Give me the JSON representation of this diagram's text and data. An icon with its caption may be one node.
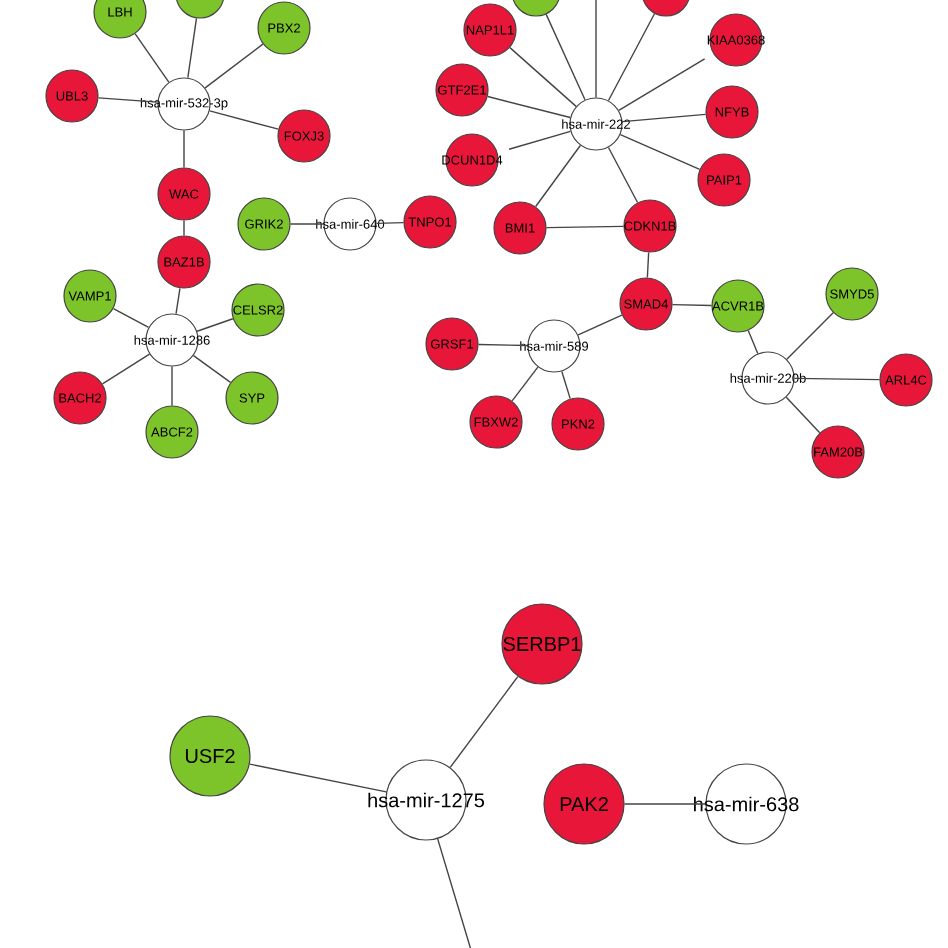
{
  "diagram": {
    "nodes": [
      {
        "text": [
          "hsa-mir-532-3p"
        ]
      },
      {
        "text": [
          "LBH"
        ]
      },
      {
        "text": [],
        "shape": "circle"
      },
      {
        "text": [
          "PBX2"
        ]
      },
      {
        "text": [
          "UBL3"
        ]
      },
      {
        "text": [
          "FOXJ3"
        ]
      },
      {
        "text": [
          "WAC"
        ]
      },
      {
        "text": [
          "BAZ1B"
        ]
      },
      {
        "text": [
          "GRIK2"
        ]
      },
      {
        "text": [
          "hsa-mir-640"
        ]
      },
      {
        "text": [
          "TNPO1"
        ]
      },
      {
        "text": [
          "hsa-mir-1286"
        ]
      },
      {
        "text": [
          "VAMP1"
        ]
      },
      {
        "text": [
          "CELSR2"
        ]
      },
      {
        "text": [
          "BACH2"
        ]
      },
      {
        "text": [
          "ABCF2"
        ]
      },
      {
        "text": [
          "SYP"
        ]
      },
      {
        "text": [
          "hsa-mir-222"
        ]
      },
      {
        "text": [
          "NAP1L1"
        ]
      },
      {
        "text": [],
        "shape": "circle"
      },
      {
        "text": [],
        "shape": "circle"
      },
      {
        "text": [
          "KIAA0368"
        ]
      },
      {
        "text": [
          "GTF2E1"
        ]
      },
      {
        "text": [
          "NFYB"
        ]
      },
      {
        "text": [
          "DCUN1D4"
        ]
      },
      {
        "text": [
          "PAIP1"
        ]
      },
      {
        "text": [
          "BMI1"
        ]
      },
      {
        "text": [
          "CDKN1B"
        ]
      },
      {
        "text": [
          "SMAD4"
        ]
      },
      {
        "text": [
          "ACVR1B"
        ]
      },
      {
        "text": [
          "SMYD5"
        ]
      },
      {
        "text": [
          "hsa-mir-589"
        ]
      },
      {
        "text": [
          "GRSF1"
        ]
      },
      {
        "text": [
          "FBXW2"
        ]
      },
      {
        "text": [
          "PKN2"
        ]
      },
      {
        "text": [
          "hsa-mir-220b"
        ]
      },
      {
        "text": [
          "ARL4C"
        ]
      },
      {
        "text": [
          "FAM20B"
        ]
      },
      {
        "text": [
          "SERBP1"
        ]
      },
      {
        "text": [
          "USF2"
        ]
      },
      {
        "text": [
          "hsa-mir-1275"
        ]
      },
      {
        "text": [
          "PAK2"
        ]
      },
      {
        "text": [
          "hsa-mir-638"
        ]
      }
    ],
    "edges": [
      {
        "from": 0,
        "to": 1,
        "arrow": "none"
      },
      {
        "from": 0,
        "to": 2,
        "arrow": "none"
      },
      {
        "from": 0,
        "to": 3,
        "arrow": "none"
      },
      {
        "from": 0,
        "to": 4,
        "arrow": "none"
      },
      {
        "from": 0,
        "to": 5,
        "arrow": "none"
      },
      {
        "from": 0,
        "to": 6,
        "arrow": "none"
      },
      {
        "from": 6,
        "to": 7,
        "arrow": "none"
      },
      {
        "from": 7,
        "to": 11,
        "arrow": "none"
      },
      {
        "from": 11,
        "to": 12,
        "arrow": "none"
      },
      {
        "from": 11,
        "to": 13,
        "arrow": "none"
      },
      {
        "from": 11,
        "to": 14,
        "arrow": "none"
      },
      {
        "from": 11,
        "to": 15,
        "arrow": "none"
      },
      {
        "from": 11,
        "to": 16,
        "arrow": "none"
      },
      {
        "from": 8,
        "to": 9,
        "arrow": "none"
      },
      {
        "from": 9,
        "to": 10,
        "arrow": "none"
      },
      {
        "from": 17,
        "to": 18,
        "arrow": "none"
      },
      {
        "from": 17,
        "to": 19,
        "arrow": "none"
      },
      {
        "from": 17,
        "to": null,
        "arrow": "none"
      },
      {
        "from": 17,
        "to": 20,
        "arrow": "none"
      },
      {
        "from": 17,
        "to": 21,
        "arrow": "none"
      },
      {
        "from": 17,
        "to": 22,
        "arrow": "none"
      },
      {
        "from": 17,
        "to": 23,
        "arrow": "none"
      },
      {
        "from": 17,
        "to": 24,
        "arrow": "none"
      },
      {
        "from": 17,
        "to": 25,
        "arrow": "none"
      },
      {
        "from": 17,
        "to": 26,
        "arrow": "none"
      },
      {
        "from": 17,
        "to": 27,
        "arrow": "none"
      },
      {
        "from": 26,
        "to": 27,
        "arrow": "none"
      },
      {
        "from": 27,
        "to": 28,
        "arrow": "none"
      },
      {
        "from": 28,
        "to": 29,
        "arrow": "none"
      },
      {
        "from": 28,
        "to": 31,
        "arrow": "none"
      },
      {
        "from": 31,
        "to": 32,
        "arrow": "none"
      },
      {
        "from": 31,
        "to": 33,
        "arrow": "none"
      },
      {
        "from": 31,
        "to": 34,
        "arrow": "none"
      },
      {
        "from": 29,
        "to": 35,
        "arrow": "none"
      },
      {
        "from": 35,
        "to": 30,
        "arrow": "none"
      },
      {
        "from": 35,
        "to": 36,
        "arrow": "none"
      },
      {
        "from": 35,
        "to": 37,
        "arrow": "none"
      },
      {
        "from": 40,
        "to": 38,
        "arrow": "none"
      },
      {
        "from": 40,
        "to": 39,
        "arrow": "none"
      },
      {
        "from": 40,
        "to": null,
        "arrow": "none"
      },
      {
        "from": 41,
        "to": 42,
        "arrow": "none"
      }
    ]
  }
}
